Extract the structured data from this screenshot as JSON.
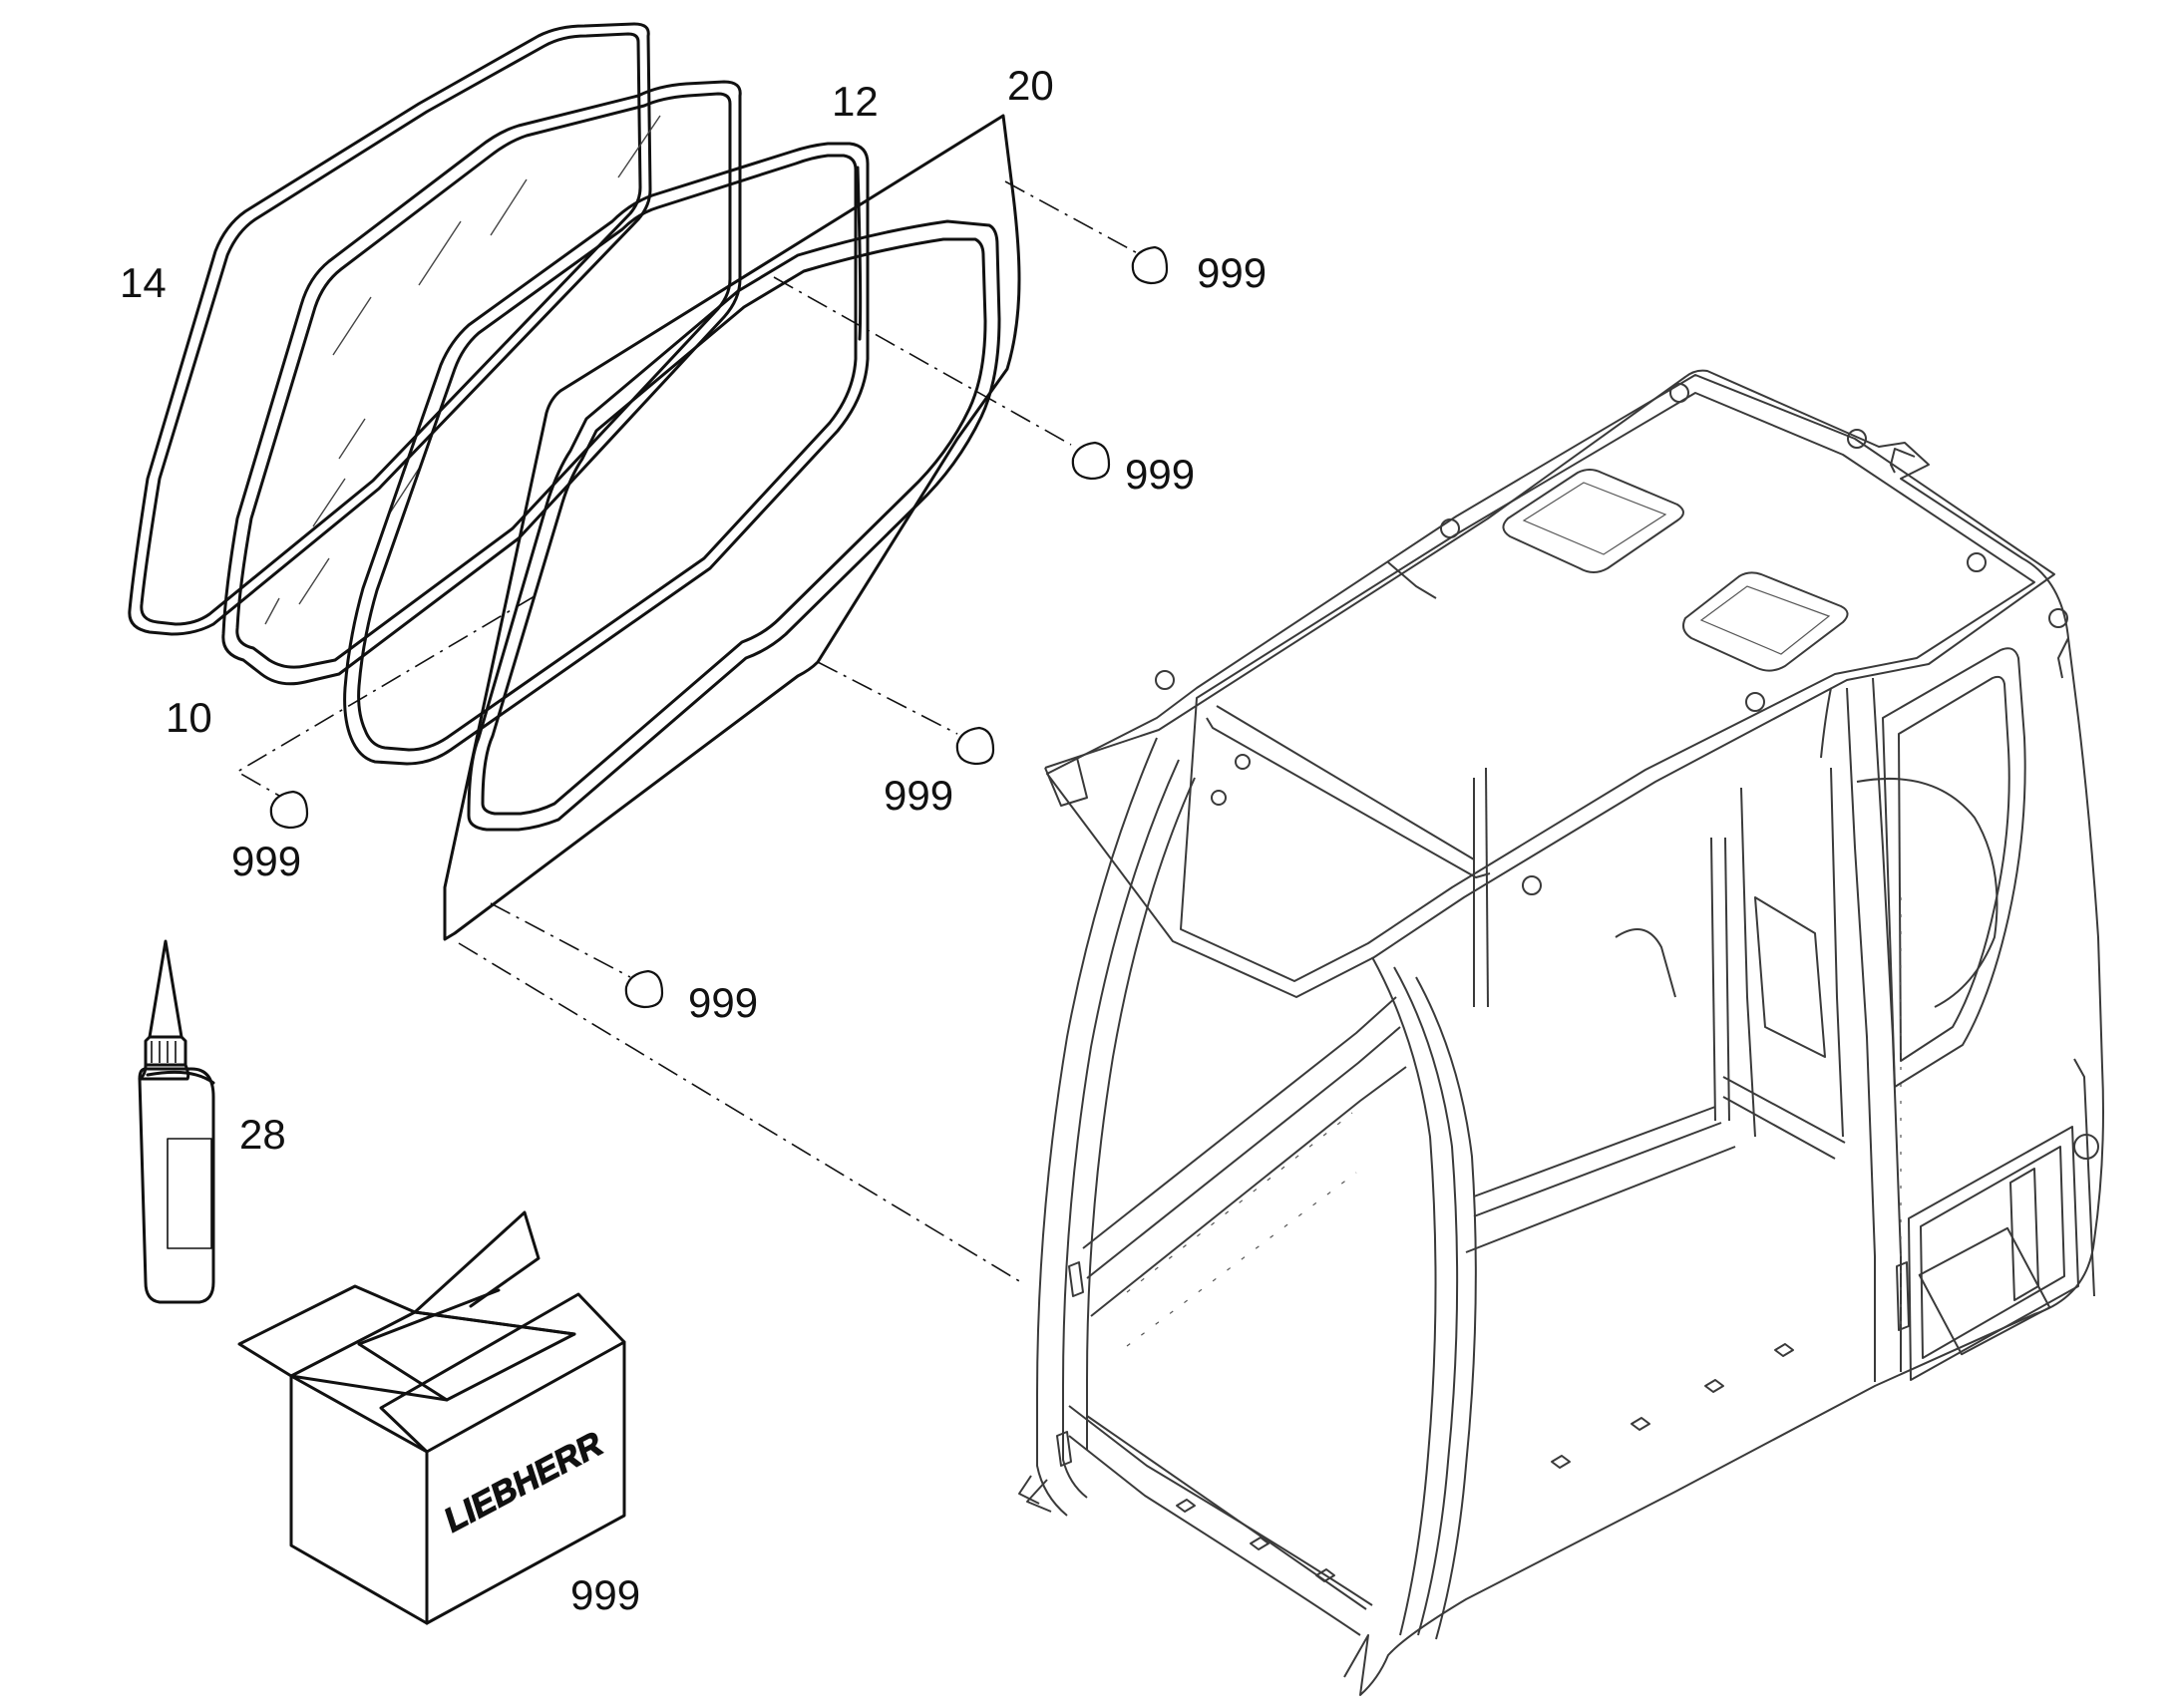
{
  "callouts": [
    {
      "id": "label-14",
      "text": "14"
    },
    {
      "id": "label-12",
      "text": "12"
    },
    {
      "id": "label-20",
      "text": "20"
    },
    {
      "id": "label-10",
      "text": "10"
    },
    {
      "id": "label-28",
      "text": "28"
    },
    {
      "id": "label-999-a",
      "text": "999"
    },
    {
      "id": "label-999-b",
      "text": "999"
    },
    {
      "id": "label-999-c",
      "text": "999"
    },
    {
      "id": "label-999-d",
      "text": "999"
    },
    {
      "id": "label-999-e",
      "text": "999"
    },
    {
      "id": "label-999-box",
      "text": "999"
    }
  ],
  "box_brand": "LIEBHERR",
  "colors": {
    "line": "#111111",
    "cab_line": "#3a3a3a",
    "background": "#ffffff"
  }
}
